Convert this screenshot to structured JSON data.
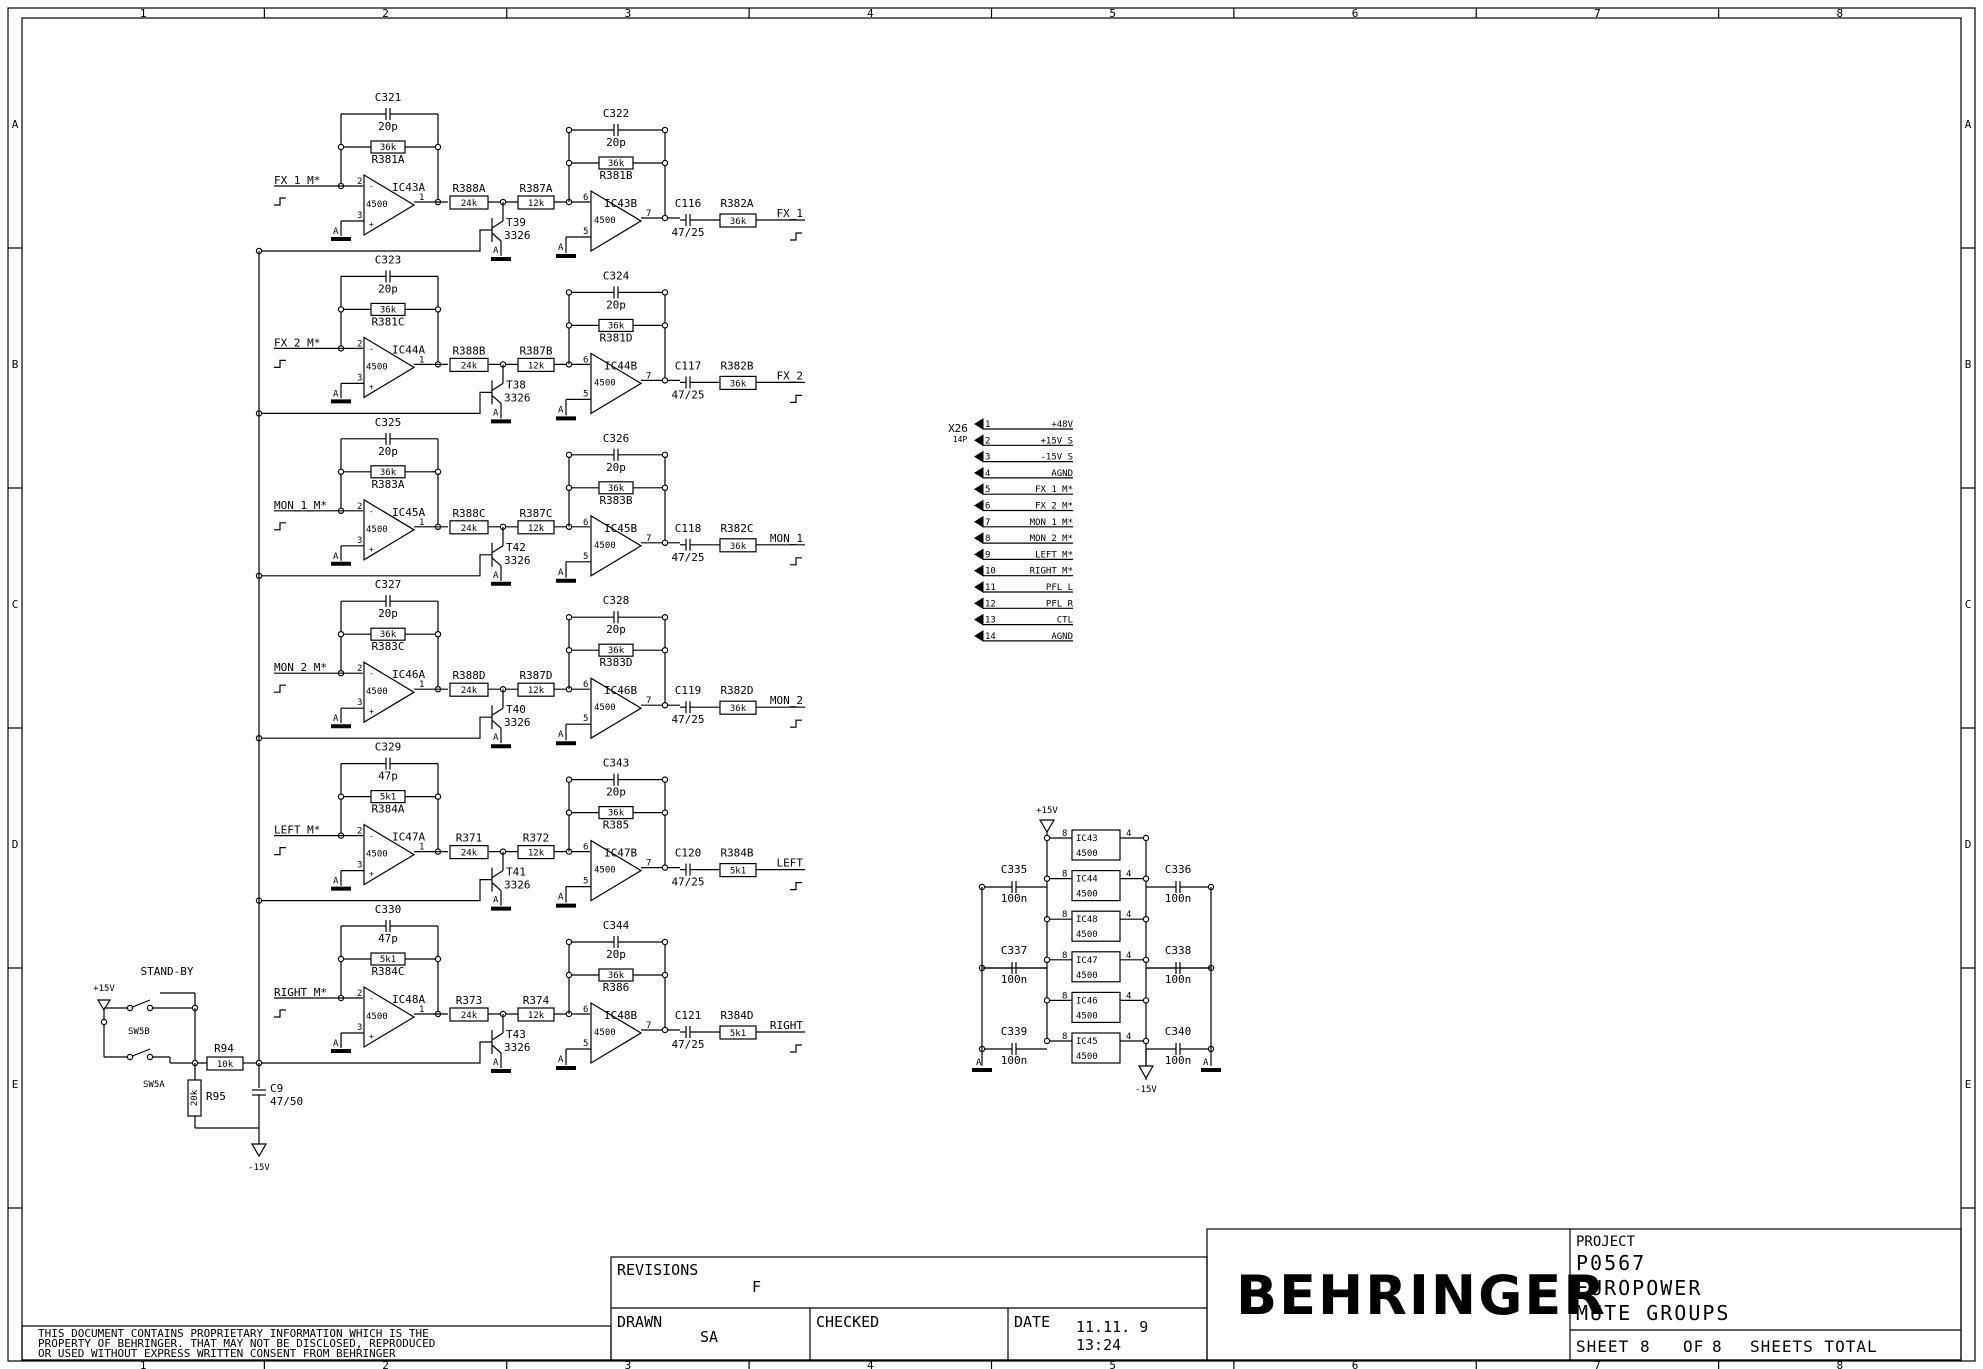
{
  "border": {
    "columns": [
      "1",
      "2",
      "3",
      "4",
      "5",
      "6",
      "7",
      "8"
    ],
    "rows": [
      "A",
      "B",
      "C",
      "D",
      "E"
    ]
  },
  "channels": [
    {
      "input": "FX_1_M*",
      "cap_fb1": "C321",
      "cap_fb1_val": "20p",
      "res_fb1": "36k",
      "res_fb1_ref": "R381A",
      "opamp_a": "IC43A",
      "r_series": "R388A",
      "r_series_val": "24k",
      "r_mid": "R387A",
      "r_mid_val": "12k",
      "transistor": "T39",
      "transistor_type": "3326",
      "cap_fb2": "C322",
      "cap_fb2_val": "20p",
      "res_fb2": "36k",
      "res_fb2_ref": "R381B",
      "opamp_b": "IC43B",
      "cap_out": "C116",
      "cap_out_val": "47/25",
      "r_out": "R382A",
      "r_out_val": "36k",
      "output": "FX_1"
    },
    {
      "input": "FX_2_M*",
      "cap_fb1": "C323",
      "cap_fb1_val": "20p",
      "res_fb1": "36k",
      "res_fb1_ref": "R381C",
      "opamp_a": "IC44A",
      "r_series": "R388B",
      "r_series_val": "24k",
      "r_mid": "R387B",
      "r_mid_val": "12k",
      "transistor": "T38",
      "transistor_type": "3326",
      "cap_fb2": "C324",
      "cap_fb2_val": "20p",
      "res_fb2": "36k",
      "res_fb2_ref": "R381D",
      "opamp_b": "IC44B",
      "cap_out": "C117",
      "cap_out_val": "47/25",
      "r_out": "R382B",
      "r_out_val": "36k",
      "output": "FX_2"
    },
    {
      "input": "MON_1_M*",
      "cap_fb1": "C325",
      "cap_fb1_val": "20p",
      "res_fb1": "36k",
      "res_fb1_ref": "R383A",
      "opamp_a": "IC45A",
      "r_series": "R388C",
      "r_series_val": "24k",
      "r_mid": "R387C",
      "r_mid_val": "12k",
      "transistor": "T42",
      "transistor_type": "3326",
      "cap_fb2": "C326",
      "cap_fb2_val": "20p",
      "res_fb2": "36k",
      "res_fb2_ref": "R383B",
      "opamp_b": "IC45B",
      "cap_out": "C118",
      "cap_out_val": "47/25",
      "r_out": "R382C",
      "r_out_val": "36k",
      "output": "MON_1"
    },
    {
      "input": "MON_2_M*",
      "cap_fb1": "C327",
      "cap_fb1_val": "20p",
      "res_fb1": "36k",
      "res_fb1_ref": "R383C",
      "opamp_a": "IC46A",
      "r_series": "R388D",
      "r_series_val": "24k",
      "r_mid": "R387D",
      "r_mid_val": "12k",
      "transistor": "T40",
      "transistor_type": "3326",
      "cap_fb2": "C328",
      "cap_fb2_val": "20p",
      "res_fb2": "36k",
      "res_fb2_ref": "R383D",
      "opamp_b": "IC46B",
      "cap_out": "C119",
      "cap_out_val": "47/25",
      "r_out": "R382D",
      "r_out_val": "36k",
      "output": "MON_2"
    },
    {
      "input": "LEFT_M*",
      "cap_fb1": "C329",
      "cap_fb1_val": "47p",
      "res_fb1": "5k1",
      "res_fb1_ref": "R384A",
      "opamp_a": "IC47A",
      "r_series": "R371",
      "r_series_val": "24k",
      "r_mid": "R372",
      "r_mid_val": "12k",
      "transistor": "T41",
      "transistor_type": "3326",
      "cap_fb2": "C343",
      "cap_fb2_val": "20p",
      "res_fb2": "36k",
      "res_fb2_ref": "R385",
      "opamp_b": "IC47B",
      "cap_out": "C120",
      "cap_out_val": "47/25",
      "r_out": "R384B",
      "r_out_val": "5k1",
      "output": "LEFT"
    },
    {
      "input": "RIGHT_M*",
      "cap_fb1": "C330",
      "cap_fb1_val": "47p",
      "res_fb1": "5k1",
      "res_fb1_ref": "R384C",
      "opamp_a": "IC48A",
      "r_series": "R373",
      "r_series_val": "24k",
      "r_mid": "R374",
      "r_mid_val": "12k",
      "transistor": "T43",
      "transistor_type": "3326",
      "cap_fb2": "C344",
      "cap_fb2_val": "20p",
      "res_fb2": "36k",
      "res_fb2_ref": "R386",
      "opamp_b": "IC48B",
      "cap_out": "C121",
      "cap_out_val": "47/25",
      "r_out": "R384D",
      "r_out_val": "5k1",
      "output": "RIGHT"
    }
  ],
  "opamp": {
    "part": "4500",
    "pin_in_a": "2",
    "pin_ref_a": "3",
    "pin_out_a": "1",
    "pin_in_b": "6",
    "pin_ref_b": "5",
    "pin_out_b": "7",
    "gnd": "A"
  },
  "standby": {
    "title": "STAND-BY",
    "supply_pos": "+15V",
    "supply_neg": "-15V",
    "switch_b": "SW5B",
    "switch_a": "SW5A",
    "r94": "R94",
    "r94_val": "10k",
    "r95": "R95",
    "r95_val": "20k",
    "c9": "C9",
    "c9_val": "47/50"
  },
  "connector": {
    "ref": "X26",
    "type": "14P",
    "pins": [
      {
        "n": "1",
        "sig": "+48V"
      },
      {
        "n": "2",
        "sig": "+15V_S"
      },
      {
        "n": "3",
        "sig": "-15V_S"
      },
      {
        "n": "4",
        "sig": "AGND"
      },
      {
        "n": "5",
        "sig": "FX_1_M*"
      },
      {
        "n": "6",
        "sig": "FX_2_M*"
      },
      {
        "n": "7",
        "sig": "MON_1_M*"
      },
      {
        "n": "8",
        "sig": "MON_2_M*"
      },
      {
        "n": "9",
        "sig": "LEFT_M*"
      },
      {
        "n": "10",
        "sig": "RIGHT_M*"
      },
      {
        "n": "11",
        "sig": "PFL_L"
      },
      {
        "n": "12",
        "sig": "PFL_R"
      },
      {
        "n": "13",
        "sig": "CTL"
      },
      {
        "n": "14",
        "sig": "AGND"
      }
    ]
  },
  "power": {
    "vpos": "+15V",
    "vneg": "-15V",
    "gnd": "A",
    "pin_pos": "8",
    "pin_neg": "4",
    "ics": [
      "IC43",
      "IC44",
      "IC48",
      "IC47",
      "IC46",
      "IC45"
    ],
    "part": "4500",
    "caps_left": [
      {
        "ref": "C335",
        "val": "100n"
      },
      {
        "ref": "C337",
        "val": "100n"
      },
      {
        "ref": "C339",
        "val": "100n"
      }
    ],
    "caps_right": [
      {
        "ref": "C336",
        "val": "100n"
      },
      {
        "ref": "C338",
        "val": "100n"
      },
      {
        "ref": "C340",
        "val": "100n"
      }
    ]
  },
  "title_block": {
    "revisions_label": "REVISIONS",
    "revision": "F",
    "drawn_label": "DRAWN",
    "drawn": "SA",
    "checked_label": "CHECKED",
    "checked": "",
    "date_label": "DATE",
    "date": "11.11. 9",
    "time": "13:24",
    "logo": "BEHRINGER",
    "project_label": "PROJECT",
    "project_number": "P0567",
    "product": "EUROPOWER",
    "sheet_name": "MUTE GROUPS",
    "sheet_label": "SHEET",
    "sheet": "8",
    "of_label": "OF",
    "total": "8",
    "sheets_total_label": "SHEETS TOTAL"
  },
  "disclaimer": [
    "THIS DOCUMENT CONTAINS PROPRIETARY  INFORMATION WHICH IS THE",
    "PROPERTY OF BEHRINGER. THAT MAY NOT BE DISCLOSED, REPRODUCED",
    "OR USED WITHOUT EXPRESS WRITTEN CONSENT FROM BEHRINGER"
  ]
}
